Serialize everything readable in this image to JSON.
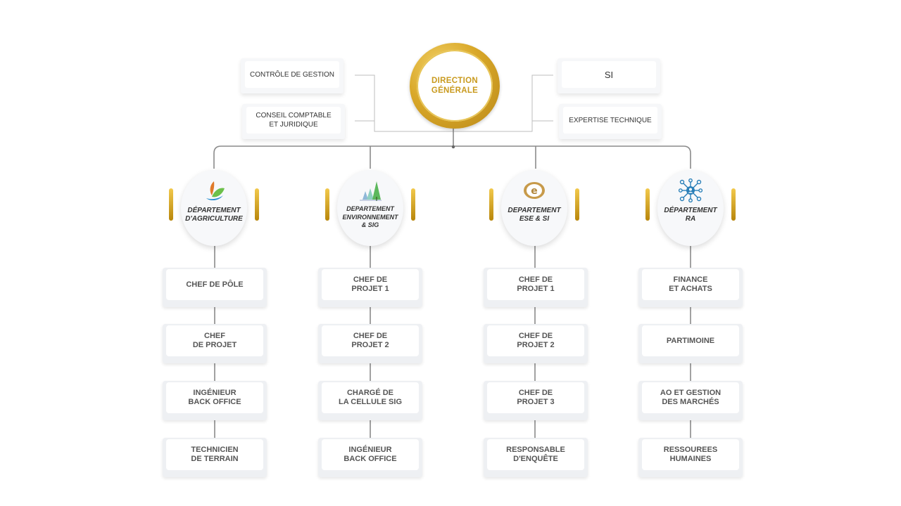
{
  "direction": {
    "label": "DIRECTION\nGÉNÉRALE",
    "color": "#c99a1e"
  },
  "side_boxes": [
    {
      "key": "controle",
      "label": "CONTRÔLE DE GESTION"
    },
    {
      "key": "conseil",
      "label": "CONSEIL COMPTABLE\nET JURIDIQUE"
    },
    {
      "key": "si",
      "label": "SI"
    },
    {
      "key": "expertise",
      "label": "EXPERTISE TECHNIQUE"
    }
  ],
  "departments": [
    {
      "name": "DÉPARTEMENT\nD'AGRICULTURE",
      "icon": "agriculture-leaf-icon",
      "roles": [
        "CHEF DE PÔLE",
        "CHEF\nDE PROJET",
        "INGÉNIEUR\nBACK OFFICE",
        "TECHNICIEN\nDE TERRAIN"
      ]
    },
    {
      "name": "DEPARTEMENT\nENVIRONNEMENT\n& SIG",
      "icon": "forest-trees-icon",
      "roles": [
        "CHEF DE\nPROJET 1",
        "CHEF DE\nPROJET 2",
        "CHARGÉ DE\nLA CELLULE SIG",
        "INGÉNIEUR\nBACK OFFICE"
      ]
    },
    {
      "name": "DEPARTEMENT\nESE & SI",
      "icon": "ese-logo-icon",
      "roles": [
        "CHEF DE\nPROJET 1",
        "CHEF DE\nPROJET 2",
        "CHEF DE\nPROJET 3",
        "RESPONSABLE\nD'ENQUÊTE"
      ]
    },
    {
      "name": "DÉPARTEMENT\nRA",
      "icon": "network-people-icon",
      "roles": [
        "FINANCE\nET ACHATS",
        "PARTIMOINE",
        "AO ET GESTION\nDES MARCHÉS",
        "RESSOUREES\nHUMAINES"
      ]
    }
  ],
  "colors": {
    "gold": "#d4a32a",
    "text": "#555555",
    "line": "#8a8a8a"
  }
}
